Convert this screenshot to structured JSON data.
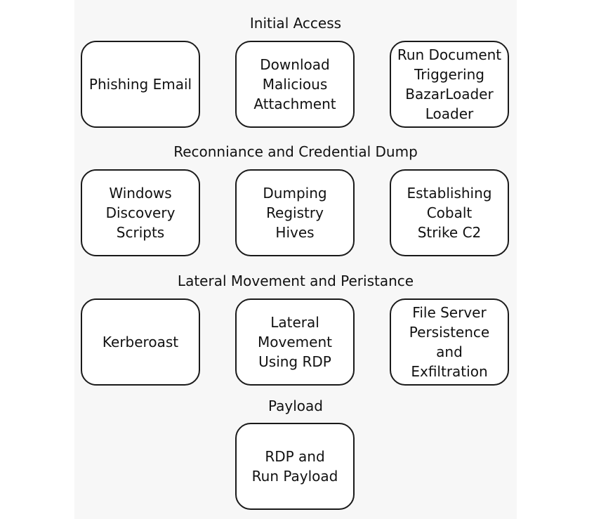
{
  "stages": [
    {
      "title": "Initial Access",
      "steps": [
        {
          "label": "Phishing Email"
        },
        {
          "label": "Download\nMalicious\nAttachment"
        },
        {
          "label": "Run Document\nTriggering\nBazarLoader\nLoader"
        }
      ]
    },
    {
      "title": "Reconniance and Credential Dump",
      "steps": [
        {
          "label": "Windows\nDiscovery\nScripts"
        },
        {
          "label": "Dumping\nRegistry\nHives"
        },
        {
          "label": "Establishing\nCobalt\nStrike C2"
        }
      ]
    },
    {
      "title": "Lateral Movement and Peristance",
      "steps": [
        {
          "label": "Kerberoast"
        },
        {
          "label": "Lateral\nMovement\nUsing RDP"
        },
        {
          "label": "File Server\nPersistence and\nExfiltration"
        }
      ]
    },
    {
      "title": "Payload",
      "steps": [
        {
          "label": "RDP and\nRun Payload"
        }
      ]
    }
  ],
  "colors": {
    "box_border": "#1a1a1a",
    "text": "#111111",
    "panel_background": "#f7f7f7"
  }
}
